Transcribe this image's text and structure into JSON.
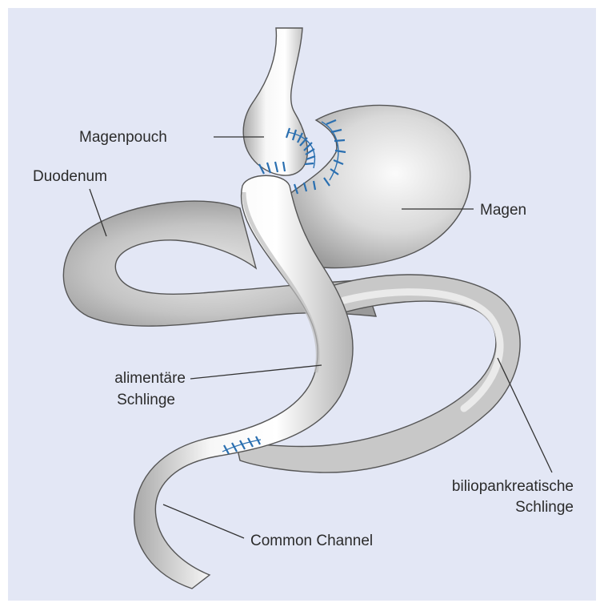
{
  "labels": {
    "magenpouch": "Magenpouch",
    "duodenum": "Duodenum",
    "magen": "Magen",
    "alimentaere_line1": "alimentäre",
    "alimentaere_line2": "Schlinge",
    "biliopankreatische_line1": "biliopankreatische",
    "biliopankreatische_line2": "Schlinge",
    "common_channel": "Common Channel"
  },
  "colors": {
    "background_panel": "#e3e7f5",
    "organ_light": "#f4f4f4",
    "organ_shadow": "#a9a9a9",
    "organ_outline": "#555555",
    "leader_line": "#333333",
    "suture": "#2a6fb0",
    "label_text": "#2b2b2b"
  }
}
